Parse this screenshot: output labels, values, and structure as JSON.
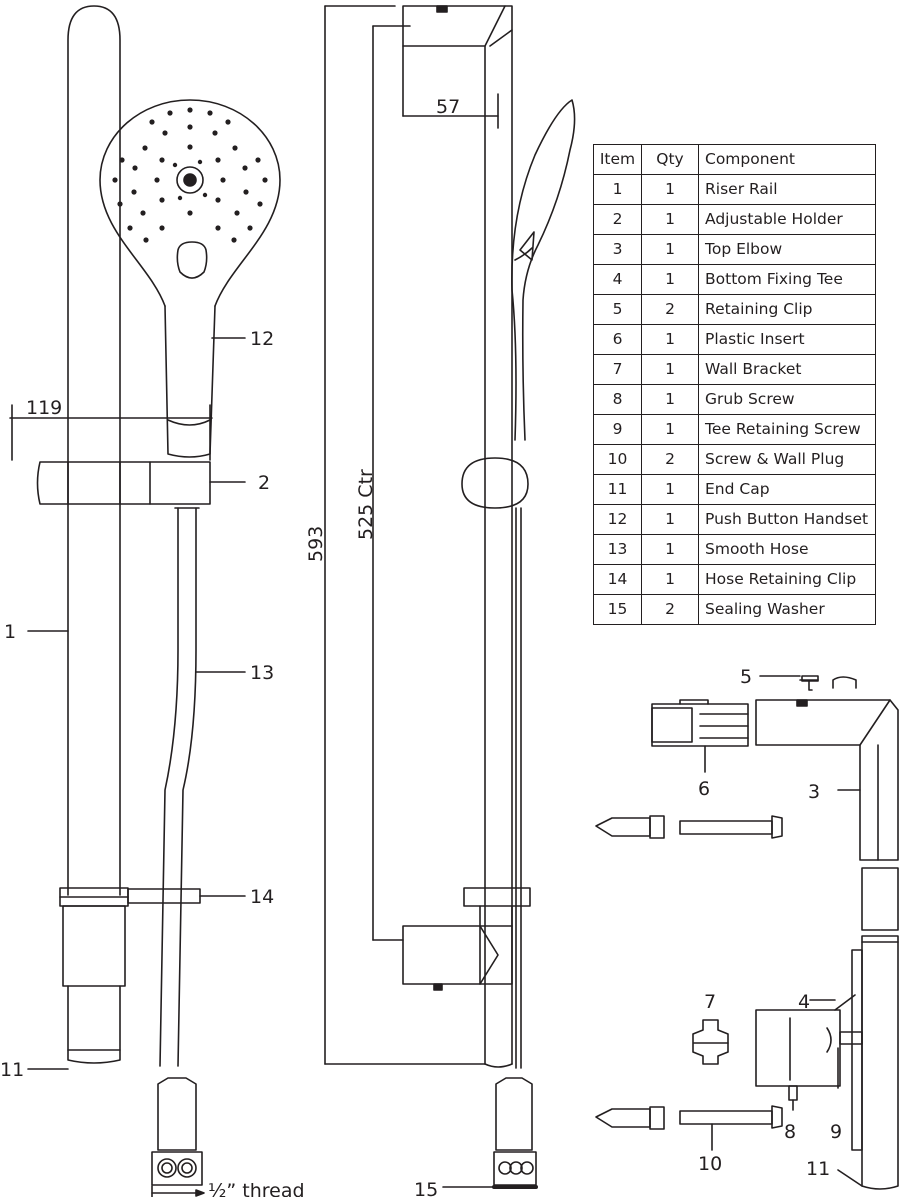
{
  "parts_table": {
    "headers": [
      "Item",
      "Qty",
      "Component"
    ],
    "rows": [
      {
        "item": "1",
        "qty": "1",
        "component": "Riser Rail"
      },
      {
        "item": "2",
        "qty": "1",
        "component": "Adjustable Holder"
      },
      {
        "item": "3",
        "qty": "1",
        "component": "Top Elbow"
      },
      {
        "item": "4",
        "qty": "1",
        "component": "Bottom Fixing Tee"
      },
      {
        "item": "5",
        "qty": "2",
        "component": "Retaining Clip"
      },
      {
        "item": "6",
        "qty": "1",
        "component": "Plastic Insert"
      },
      {
        "item": "7",
        "qty": "1",
        "component": "Wall Bracket"
      },
      {
        "item": "8",
        "qty": "1",
        "component": "Grub Screw"
      },
      {
        "item": "9",
        "qty": "1",
        "component": "Tee Retaining Screw"
      },
      {
        "item": "10",
        "qty": "2",
        "component": "Screw & Wall Plug"
      },
      {
        "item": "11",
        "qty": "1",
        "component": "End Cap"
      },
      {
        "item": "12",
        "qty": "1",
        "component": "Push Button Handset"
      },
      {
        "item": "13",
        "qty": "1",
        "component": "Smooth Hose"
      },
      {
        "item": "14",
        "qty": "1",
        "component": "Hose Retaining Clip"
      },
      {
        "item": "15",
        "qty": "2",
        "component": "Sealing Washer"
      }
    ]
  },
  "dimensions": {
    "width_holder": "119",
    "projection": "57",
    "centres": "525 Ctr",
    "overall_height": "593"
  },
  "callouts": {
    "c1": "1",
    "c2": "2",
    "c3": "3",
    "c4": "4",
    "c5": "5",
    "c6": "6",
    "c7": "7",
    "c8": "8",
    "c9": "9",
    "c10": "10",
    "c11a": "11",
    "c11b": "11",
    "c12": "12",
    "c13": "13",
    "c14": "14",
    "c15": "15",
    "thread": "½” thread"
  }
}
